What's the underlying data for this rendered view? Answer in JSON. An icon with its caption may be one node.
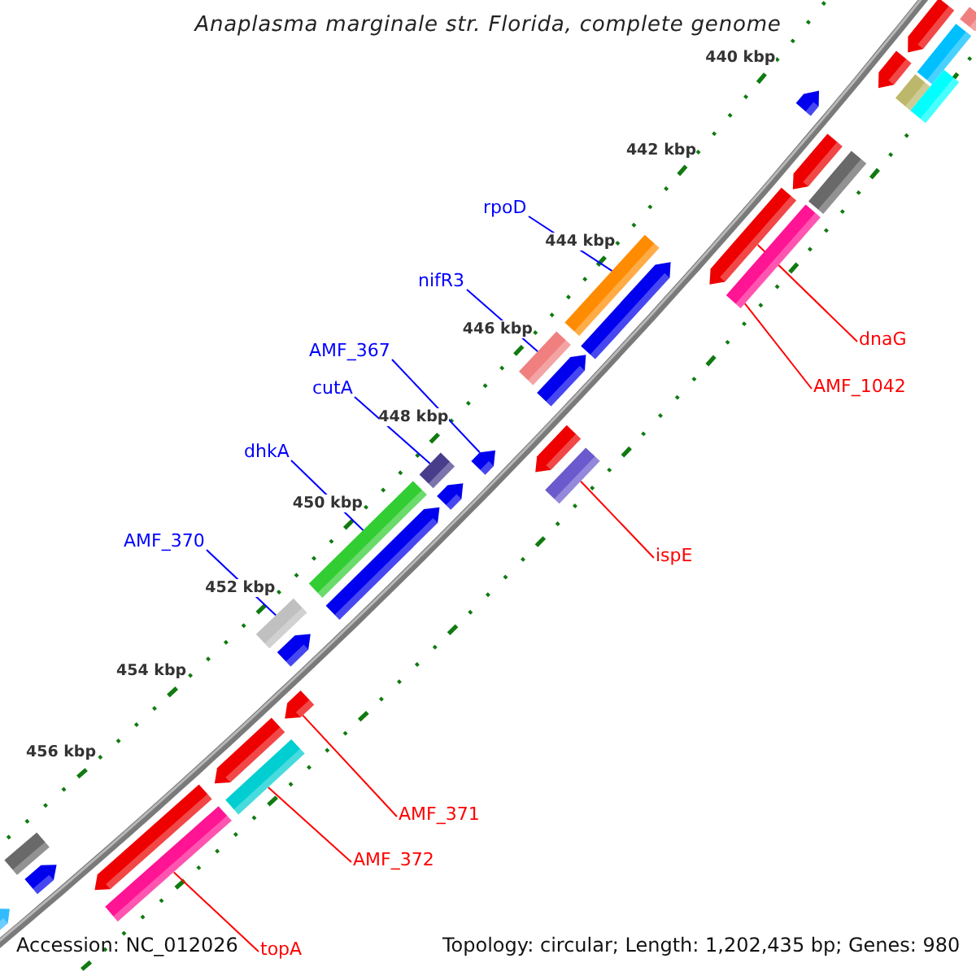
{
  "diagram": {
    "title": "Anaplasma marginale str. Florida, complete genome",
    "nodes": [
      {
        "text": [
          "rpoD"
        ]
      },
      {
        "text": [
          "nifR3"
        ]
      },
      {
        "text": [
          "AMF_367"
        ]
      },
      {
        "text": [
          "cutA"
        ]
      },
      {
        "text": [
          "dhkA"
        ]
      },
      {
        "text": [
          "AMF_370"
        ]
      },
      {
        "text": [
          "dnaG"
        ]
      },
      {
        "text": [
          "AMF_1042"
        ]
      },
      {
        "text": [
          "ispE"
        ]
      },
      {
        "text": [
          "AMF_371"
        ]
      },
      {
        "text": [
          "AMF_372"
        ]
      },
      {
        "text": [
          "topA"
        ]
      },
      {
        "text": [],
        "shape": "bar"
      },
      {
        "text": [],
        "shape": "bar"
      },
      {
        "text": [],
        "shape": "bar"
      },
      {
        "text": [],
        "shape": "bar"
      },
      {
        "text": [],
        "shape": "bar"
      },
      {
        "text": [],
        "shape": "bar"
      },
      {
        "text": [],
        "shape": "bar"
      },
      {
        "text": [],
        "shape": "bar"
      },
      {
        "text": [],
        "shape": "bar"
      },
      {
        "text": [],
        "shape": "bar"
      },
      {
        "text": [],
        "shape": "bar"
      },
      {
        "text": [],
        "shape": "bar"
      },
      {
        "text": [],
        "shape": "bar"
      },
      {
        "text": [],
        "shape": "bar"
      },
      {
        "text": [],
        "shape": "bar"
      },
      {
        "text": [],
        "shape": "bar"
      },
      {
        "text": [],
        "shape": "bar"
      },
      {
        "text": [],
        "shape": "bar"
      },
      {
        "text": [],
        "shape": "bar"
      },
      {
        "text": [],
        "shape": "bar"
      },
      {
        "text": [],
        "shape": "bar"
      },
      {
        "text": [],
        "shape": "bar"
      },
      {
        "text": [],
        "shape": "bar"
      },
      {
        "text": [],
        "shape": "bar"
      },
      {
        "text": [],
        "shape": "bar"
      },
      {
        "text": [],
        "shape": "bar"
      },
      {
        "text": [],
        "shape": "bar"
      },
      {
        "text": [],
        "shape": "bar"
      },
      {
        "text": [],
        "shape": "bar"
      },
      {
        "text": [],
        "shape": "bar"
      },
      {
        "text": [],
        "shape": "bar"
      },
      {
        "text": [],
        "shape": "bar"
      }
    ],
    "edges": [
      {
        "from": 0,
        "to": 12,
        "arrow": "none",
        "color": "#0000ff"
      },
      {
        "from": 1,
        "to": 13,
        "arrow": "none",
        "color": "#0000ff"
      },
      {
        "from": 2,
        "to": 14,
        "arrow": "none",
        "color": "#0000ff"
      },
      {
        "from": 3,
        "to": 15,
        "arrow": "none",
        "color": "#0000ff"
      },
      {
        "from": 4,
        "to": 16,
        "arrow": "none",
        "color": "#0000ff"
      },
      {
        "from": 5,
        "to": 17,
        "arrow": "none",
        "color": "#0000ff"
      },
      {
        "from": 6,
        "to": 18,
        "arrow": "none",
        "color": "#ff0000"
      },
      {
        "from": 7,
        "to": 19,
        "arrow": "none",
        "color": "#ff0000"
      },
      {
        "from": 8,
        "to": 20,
        "arrow": "none",
        "color": "#ff0000"
      },
      {
        "from": 9,
        "to": 21,
        "arrow": "none",
        "color": "#ff0000"
      },
      {
        "from": 10,
        "to": 22,
        "arrow": "none",
        "color": "#ff0000"
      },
      {
        "from": 11,
        "to": 23,
        "arrow": "none",
        "color": "#ff0000"
      }
    ],
    "labels": [
      "440 kbp",
      "442 kbp",
      "444 kbp",
      "446 kbp",
      "448 kbp",
      "450 kbp",
      "452 kbp",
      "454 kbp",
      "456 kbp",
      "Accession: NC_012026",
      "Topology: circular; Length: 1,202,435 bp; Genes: 980"
    ]
  }
}
